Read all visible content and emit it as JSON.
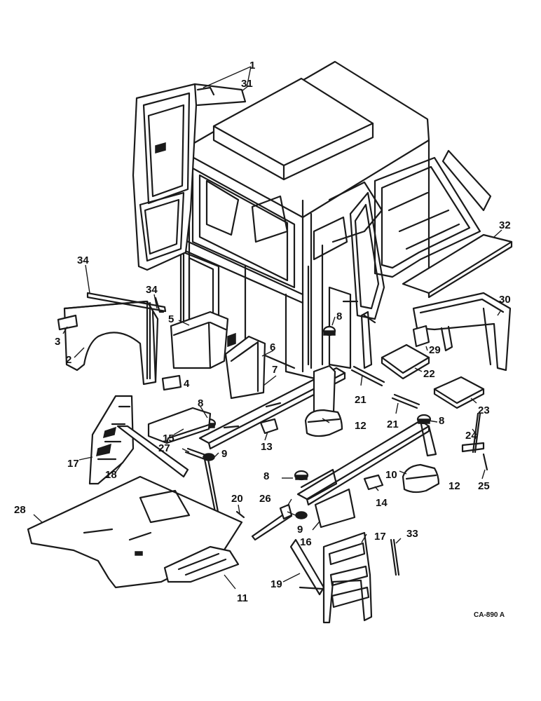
{
  "figure_code": "CA-890 A",
  "callouts": [
    "1",
    "2",
    "3",
    "4",
    "5",
    "6",
    "7",
    "8",
    "9",
    "10",
    "11",
    "12",
    "13",
    "14",
    "15",
    "16",
    "17",
    "18",
    "19",
    "20",
    "21",
    "22",
    "23",
    "24",
    "25",
    "26",
    "27",
    "28",
    "29",
    "30",
    "31",
    "32",
    "33",
    "34"
  ]
}
